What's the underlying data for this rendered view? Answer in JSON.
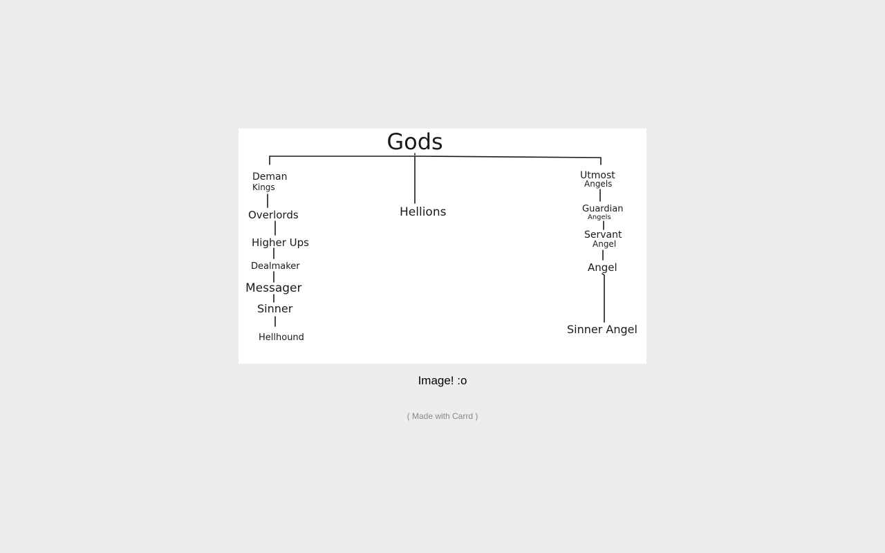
{
  "image": {
    "root": "Gods",
    "left_branch": [
      "Deman Kings",
      "Overlords",
      "Higher Ups",
      "Dealmaker",
      "Messager",
      "Sinner",
      "Hellhound"
    ],
    "center_branch": [
      "Hellions"
    ],
    "right_branch": [
      "Utmost Angels",
      "Guardian Angels",
      "Servant Angel",
      "Angel",
      "Sinner Angel"
    ]
  },
  "caption": "Image! :o",
  "credit": {
    "open": "( ",
    "link_label": "Made with Carrd",
    "close": " )"
  },
  "colors": {
    "background": "#ededed",
    "image_background": "#ffffff",
    "ink": "#1a1a1a",
    "caption": "#000000",
    "credit": "#888888"
  }
}
